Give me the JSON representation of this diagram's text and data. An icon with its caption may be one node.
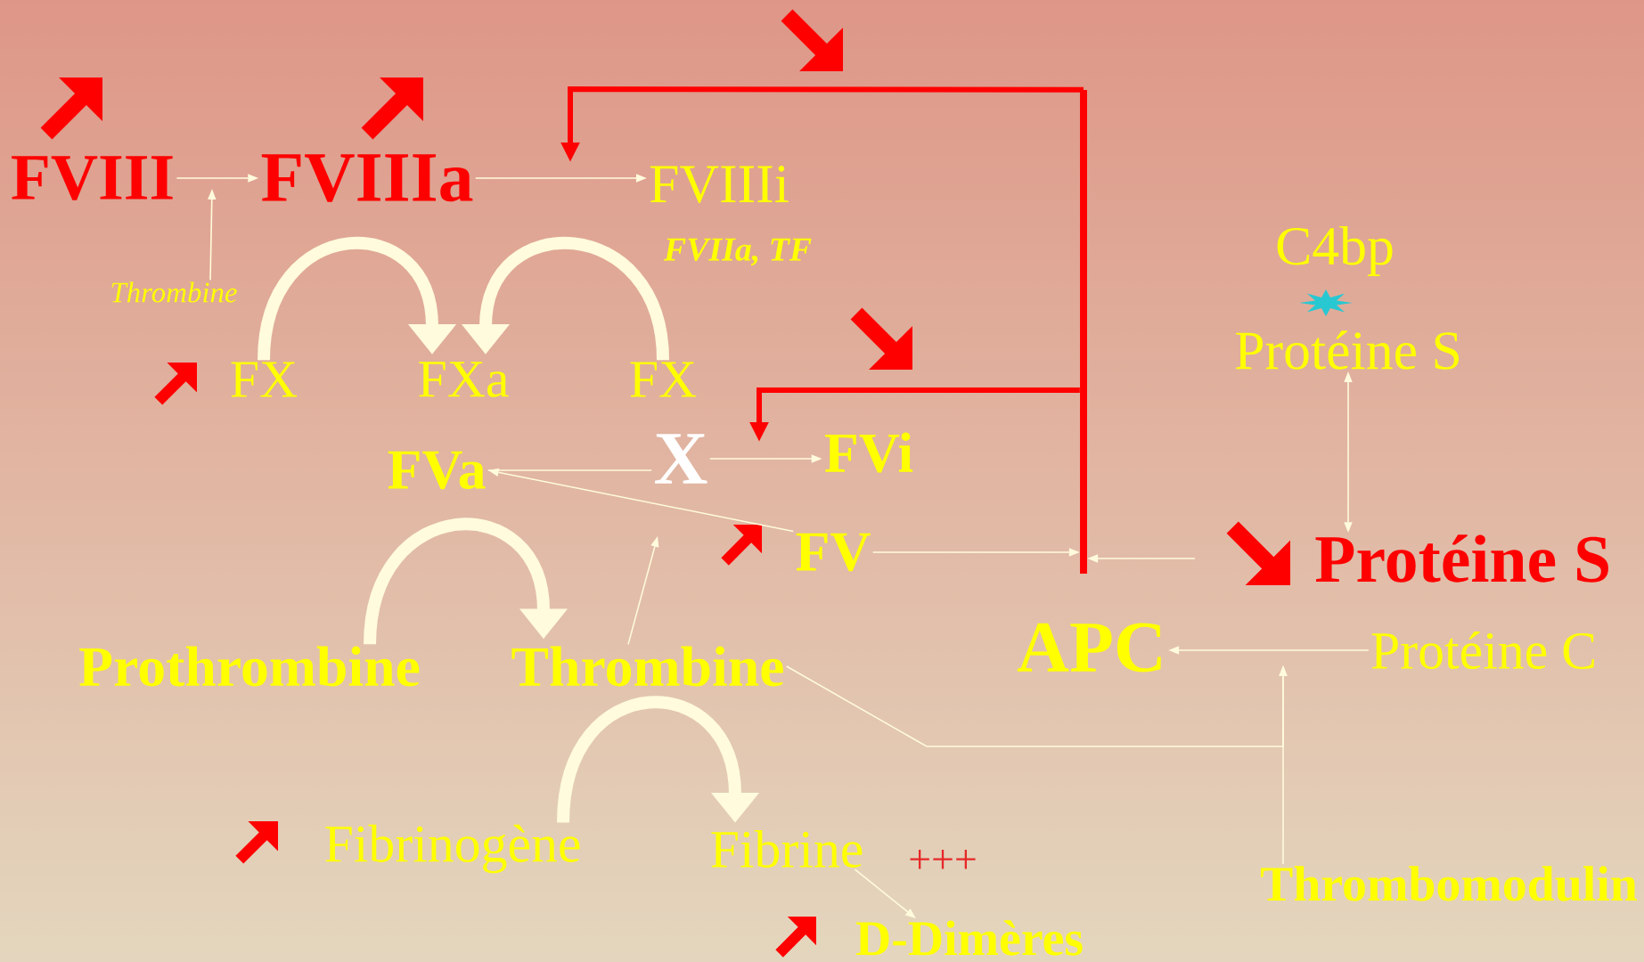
{
  "diagram": {
    "nodes": [
      {
        "text": [
          "FVIII"
        ]
      },
      {
        "text": [
          "FVIIIa"
        ]
      },
      {
        "text": [
          "FVIIIi"
        ]
      },
      {
        "text": [
          "Thrombine"
        ]
      },
      {
        "text": [
          "FVIIa, TF"
        ]
      },
      {
        "text": [
          "FX"
        ]
      },
      {
        "text": [
          "FXa"
        ]
      },
      {
        "text": [
          "FX"
        ]
      },
      {
        "text": [
          "FVa"
        ]
      },
      {
        "text": [
          "X"
        ]
      },
      {
        "text": [
          "FVi"
        ]
      },
      {
        "text": [
          "FV"
        ]
      },
      {
        "text": [
          "APC"
        ]
      },
      {
        "text": [
          "C4bp"
        ]
      },
      {
        "text": [
          "Protéine S"
        ]
      },
      {
        "text": [
          "Protéine S"
        ]
      },
      {
        "text": [
          "Protéine C"
        ]
      },
      {
        "text": [
          "Prothrombine"
        ]
      },
      {
        "text": [
          "Thrombine"
        ]
      },
      {
        "text": [
          "Fibrinogène"
        ]
      },
      {
        "text": [
          "Fibrine"
        ]
      },
      {
        "text": [
          "D-Dimères"
        ]
      },
      {
        "text": [
          "Thrombomodulin"
        ]
      },
      {
        "text": [],
        "shape": "bar"
      },
      {
        "text": [],
        "shape": "arrow"
      },
      {
        "text": [],
        "shape": "arrow"
      }
    ],
    "edges": [
      {
        "from": 0,
        "to": 1,
        "arrow": "to"
      },
      {
        "from": 3,
        "to": null,
        "arrow": "to"
      },
      {
        "from": 1,
        "to": 2,
        "arrow": "to"
      },
      {
        "from": 5,
        "to": 6,
        "arrow": "to",
        "style": "thick"
      },
      {
        "from": 7,
        "to": 6,
        "arrow": "to",
        "style": "thick"
      },
      {
        "from": 8,
        "to": 9,
        "arrow": "none"
      },
      {
        "from": 9,
        "to": 10,
        "arrow": "to"
      },
      {
        "from": 11,
        "to": 8,
        "arrow": "to"
      },
      {
        "from": 18,
        "to": null,
        "arrow": "to"
      },
      {
        "from": 11,
        "to": 23,
        "arrow": "to"
      },
      {
        "from": 15,
        "to": 23,
        "arrow": "to"
      },
      {
        "from": 14,
        "to": 15,
        "arrow": "both"
      },
      {
        "from": 16,
        "to": 12,
        "arrow": "to"
      },
      {
        "from": 18,
        "to": null,
        "arrow": "to"
      },
      {
        "from": 22,
        "to": null,
        "arrow": "to"
      },
      {
        "from": 17,
        "to": 18,
        "arrow": "to",
        "style": "thick"
      },
      {
        "from": 19,
        "to": 20,
        "arrow": "to",
        "style": "thick"
      },
      {
        "from": 20,
        "to": 21,
        "arrow": "to"
      },
      {
        "from": 23,
        "to": null,
        "arrow": "to",
        "style": "thick",
        "color": "#ff0000"
      },
      {
        "from": 23,
        "to": null,
        "arrow": "to",
        "style": "thick",
        "color": "#ff0000"
      }
    ],
    "labels": [
      "+++"
    ]
  }
}
